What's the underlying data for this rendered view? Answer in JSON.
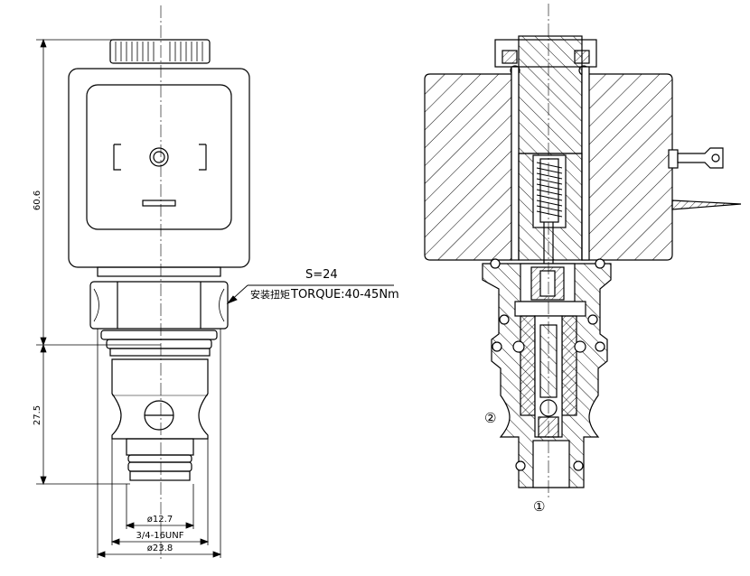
{
  "dimensions": {
    "total_height": "60.6",
    "lower_height": "27.5",
    "dia_inner": "ø12.7",
    "thread": "3/4-16UNF",
    "dia_outer": "ø23.8"
  },
  "annotation": {
    "wrench": "S=24",
    "chinese_label": "安装扭矩",
    "torque": "TORQUE:40-45Nm"
  },
  "ports": {
    "port1": "①",
    "port2": "②"
  },
  "colors": {
    "line": "#000000",
    "background": "#ffffff"
  }
}
